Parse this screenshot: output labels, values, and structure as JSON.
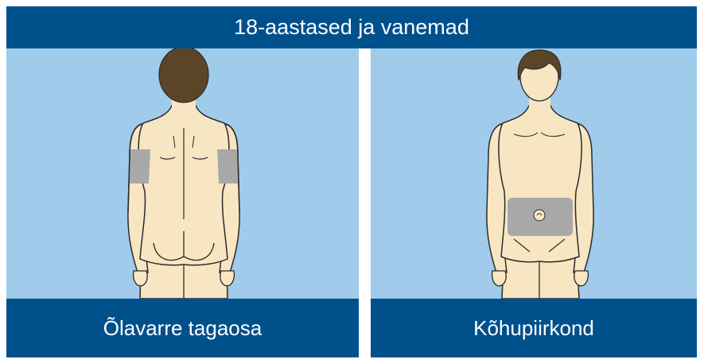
{
  "header": {
    "title": "18-aastased ja vanemad"
  },
  "panels": [
    {
      "caption": "Õlavarre tagaosa",
      "illustration": "back-view-figure",
      "highlight": "upper-arm-back"
    },
    {
      "caption": "Kõhupiirkond",
      "illustration": "front-view-figure",
      "highlight": "abdomen"
    }
  ],
  "colors": {
    "header_bg": "#00508c",
    "panel_bg": "#a0cbeb",
    "skin": "#f7e6c1",
    "hair": "#5c4526",
    "injection_area": "#a8a8a8",
    "outline": "#2b2b2b"
  }
}
